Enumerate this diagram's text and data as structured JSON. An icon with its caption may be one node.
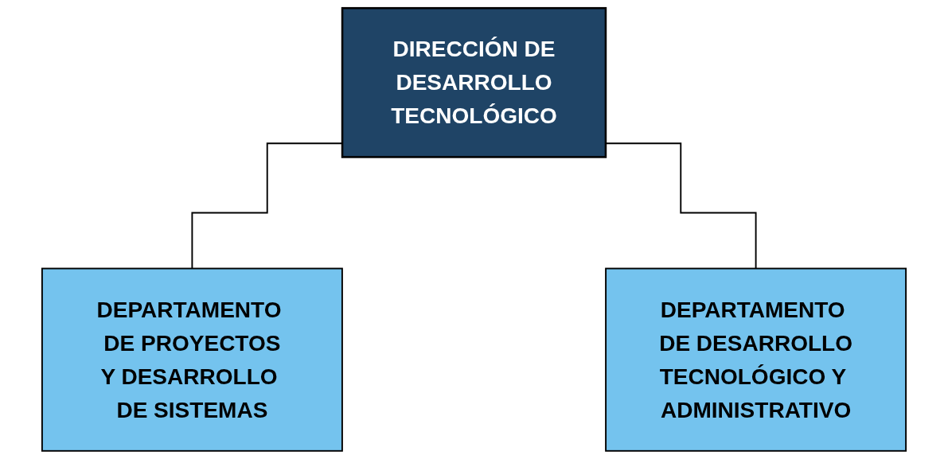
{
  "diagram": {
    "nodes": [
      {
        "text": [
          "DIRECCIÓN DE DESARROLLO TECNOLÓGICO"
        ]
      },
      {
        "text": [
          "DEPARTAMENTO DE PROYECTOS Y DESARROLLO DE SISTEMAS"
        ]
      },
      {
        "text": [
          "DEPARTAMENTO DE DESARROLLO TECNOLÓGICO Y ADMINISTRATIVO"
        ]
      }
    ],
    "edges": [
      {
        "from": 0,
        "to": 1,
        "arrow": "none"
      },
      {
        "from": 0,
        "to": 2,
        "arrow": "none"
      }
    ]
  }
}
